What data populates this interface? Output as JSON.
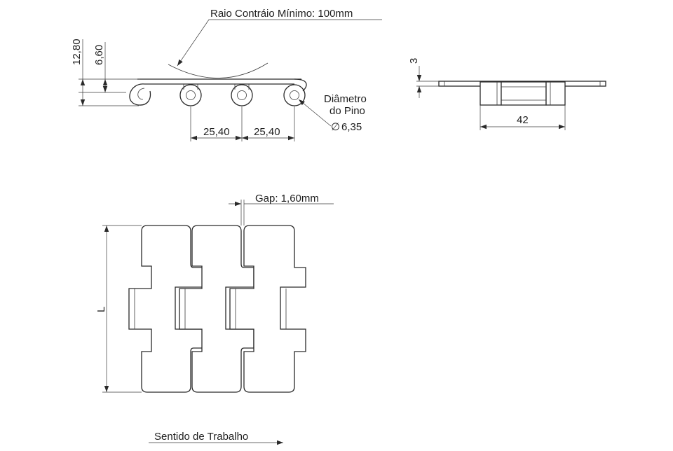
{
  "labels": {
    "min_back_radius": "Raio Contráio Mínimo: 100mm",
    "pin_diameter_line1": "Diâmetro",
    "pin_diameter_line2": "do Pino",
    "pin_diameter_value": "6,35",
    "height_total": "12,80",
    "height_half": "6,60",
    "pitch_1": "25,40",
    "pitch_2": "25,40",
    "plate_thickness": "3",
    "width_hinge": "42",
    "gap": "Gap: 1,60mm",
    "length": "L",
    "working_direction": "Sentido de Trabalho"
  },
  "symbols": {
    "diameter": "∅"
  }
}
